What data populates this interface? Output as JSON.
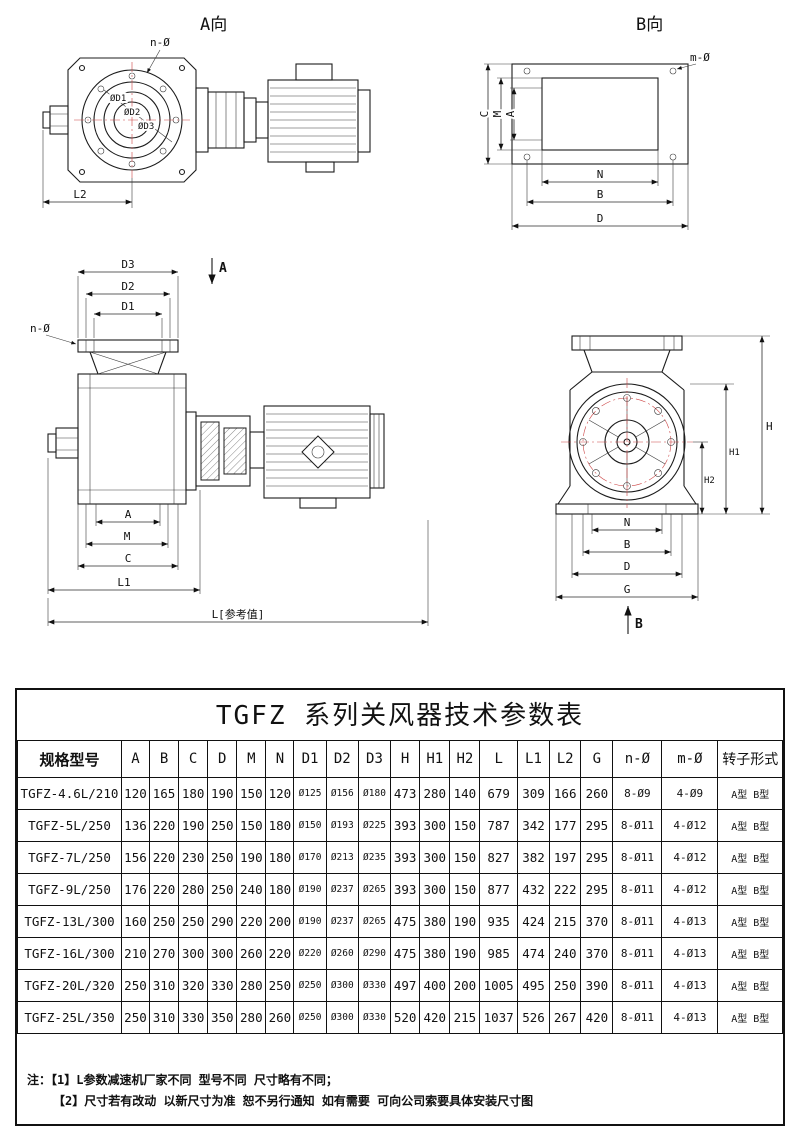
{
  "drawings": {
    "view_a": {
      "title": "A向",
      "n_hole_label": "n-Ø",
      "d1_label": "ØD1",
      "d2_label": "ØD2",
      "d3_label": "ØD3",
      "l2_label": "L2"
    },
    "view_b": {
      "title": "B向",
      "m_hole_label": "m-Ø",
      "c_label": "C",
      "m_label": "M",
      "a_label": "A",
      "n_label": "N",
      "b_label": "B",
      "d_label": "D"
    },
    "front_view": {
      "d3_label": "D3",
      "d2_label": "D2",
      "d1_label": "D1",
      "n_hole_label": "n-Ø",
      "section_label": "A",
      "a_label": "A",
      "m_label": "M",
      "c_label": "C",
      "l1_label": "L1",
      "l_ref_label": "L[参考值]"
    },
    "side_view": {
      "h_label": "H",
      "h1_label": "H1",
      "h2_label": "H2",
      "n_label": "N",
      "b_label": "B",
      "d_label": "D",
      "g_label": "G",
      "section_label": "B"
    }
  },
  "table": {
    "title": "TGFZ 系列关风器技术参数表",
    "headers": [
      "规格型号",
      "A",
      "B",
      "C",
      "D",
      "M",
      "N",
      "D1",
      "D2",
      "D3",
      "H",
      "H1",
      "H2",
      "L",
      "L1",
      "L2",
      "G",
      "n-Ø",
      "m-Ø",
      "转子形式"
    ],
    "rows": [
      [
        "TGFZ-4.6L/210",
        "120",
        "165",
        "180",
        "190",
        "150",
        "120",
        "Ø125",
        "Ø156",
        "Ø180",
        "473",
        "280",
        "140",
        "679",
        "309",
        "166",
        "260",
        "8-Ø9",
        "4-Ø9",
        "A型 B型"
      ],
      [
        "TGFZ-5L/250",
        "136",
        "220",
        "190",
        "250",
        "150",
        "180",
        "Ø150",
        "Ø193",
        "Ø225",
        "393",
        "300",
        "150",
        "787",
        "342",
        "177",
        "295",
        "8-Ø11",
        "4-Ø12",
        "A型 B型"
      ],
      [
        "TGFZ-7L/250",
        "156",
        "220",
        "230",
        "250",
        "190",
        "180",
        "Ø170",
        "Ø213",
        "Ø235",
        "393",
        "300",
        "150",
        "827",
        "382",
        "197",
        "295",
        "8-Ø11",
        "4-Ø12",
        "A型 B型"
      ],
      [
        "TGFZ-9L/250",
        "176",
        "220",
        "280",
        "250",
        "240",
        "180",
        "Ø190",
        "Ø237",
        "Ø265",
        "393",
        "300",
        "150",
        "877",
        "432",
        "222",
        "295",
        "8-Ø11",
        "4-Ø12",
        "A型 B型"
      ],
      [
        "TGFZ-13L/300",
        "160",
        "250",
        "250",
        "290",
        "220",
        "200",
        "Ø190",
        "Ø237",
        "Ø265",
        "475",
        "380",
        "190",
        "935",
        "424",
        "215",
        "370",
        "8-Ø11",
        "4-Ø13",
        "A型 B型"
      ],
      [
        "TGFZ-16L/300",
        "210",
        "270",
        "300",
        "300",
        "260",
        "220",
        "Ø220",
        "Ø260",
        "Ø290",
        "475",
        "380",
        "190",
        "985",
        "474",
        "240",
        "370",
        "8-Ø11",
        "4-Ø13",
        "A型 B型"
      ],
      [
        "TGFZ-20L/320",
        "250",
        "310",
        "320",
        "330",
        "280",
        "250",
        "Ø250",
        "Ø300",
        "Ø330",
        "497",
        "400",
        "200",
        "1005",
        "495",
        "250",
        "390",
        "8-Ø11",
        "4-Ø13",
        "A型 B型"
      ],
      [
        "TGFZ-25L/350",
        "250",
        "310",
        "330",
        "350",
        "280",
        "260",
        "Ø250",
        "Ø300",
        "Ø330",
        "520",
        "420",
        "215",
        "1037",
        "526",
        "267",
        "420",
        "8-Ø11",
        "4-Ø13",
        "A型 B型"
      ]
    ]
  },
  "notes": [
    "注：【1】L参数减速机厂家不同 型号不同 尺寸略有不同；",
    "【2】尺寸若有改动 以新尺寸为准 恕不另行通知 如有需要 可向公司索要具体安装尺寸图"
  ]
}
